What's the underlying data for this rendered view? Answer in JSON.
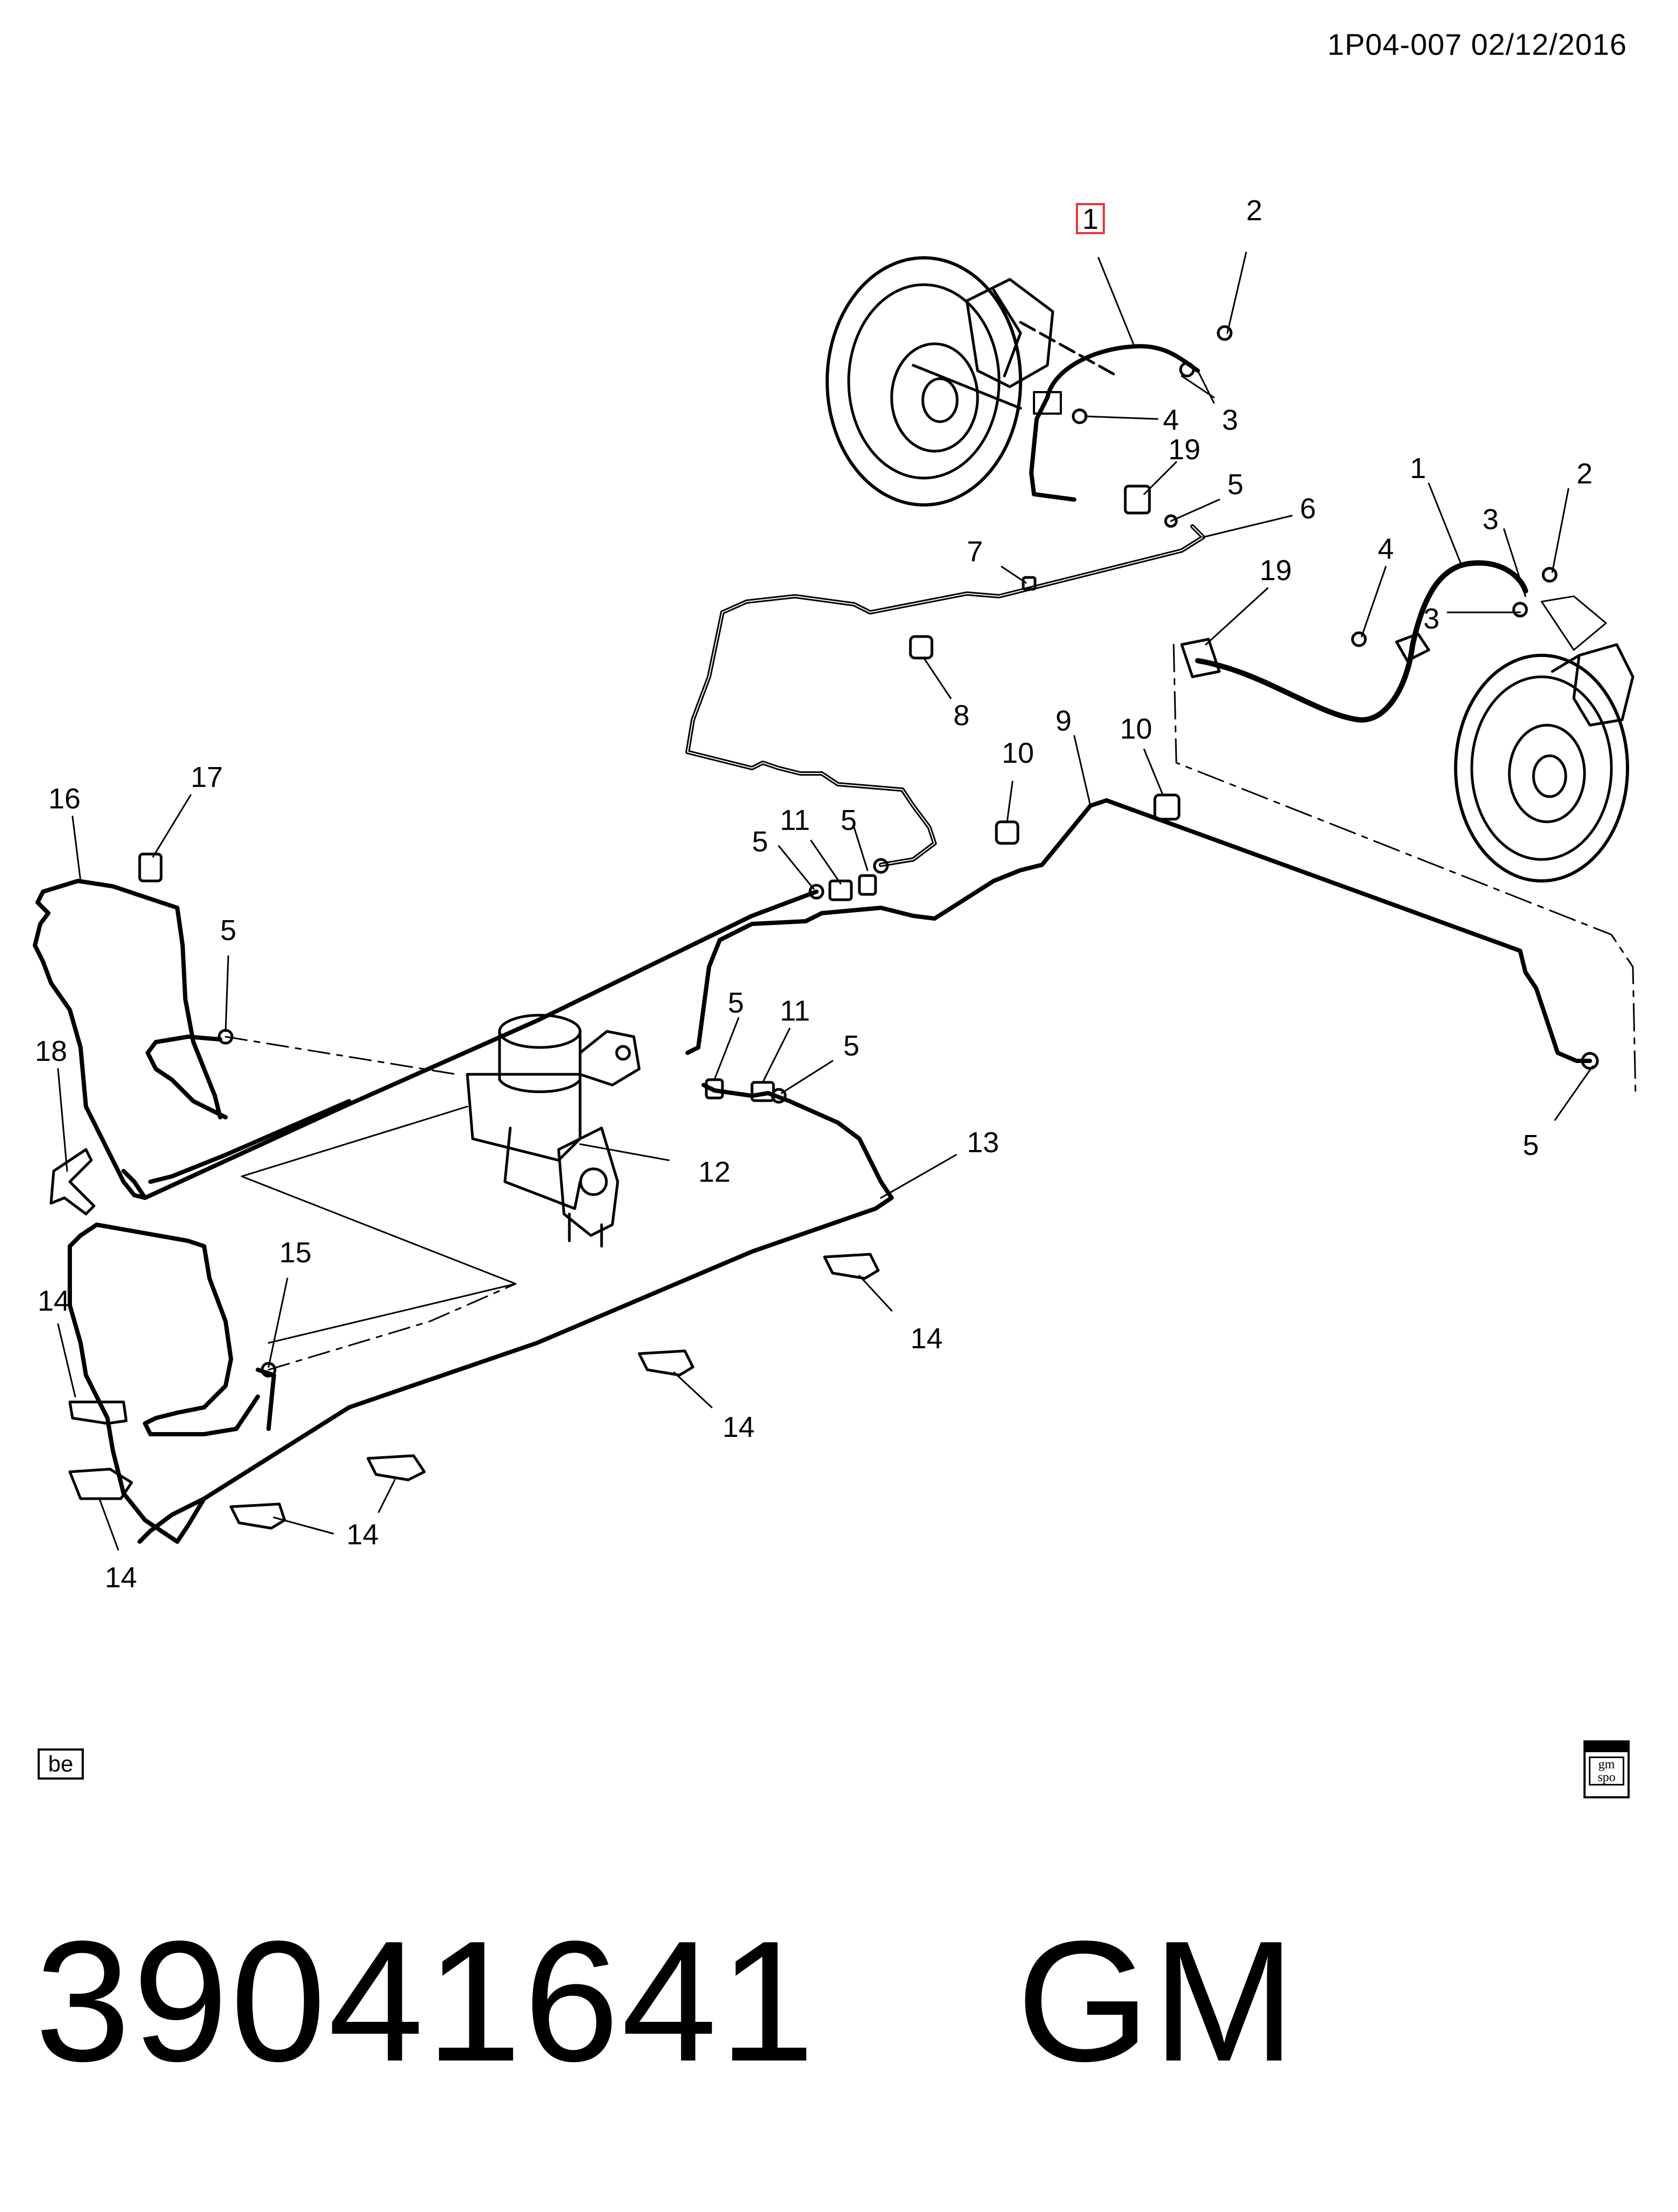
{
  "header": {
    "reference": "1P04-007  02/12/2016"
  },
  "callouts": [
    {
      "label": "1"
    },
    {
      "label": "2"
    },
    {
      "label": "3"
    },
    {
      "label": "4"
    },
    {
      "label": "19"
    },
    {
      "label": "5"
    },
    {
      "label": "6"
    },
    {
      "label": "7"
    },
    {
      "label": "1"
    },
    {
      "label": "2"
    },
    {
      "label": "3"
    },
    {
      "label": "3"
    },
    {
      "label": "4"
    },
    {
      "label": "19"
    },
    {
      "label": "8"
    },
    {
      "label": "10"
    },
    {
      "label": "9"
    },
    {
      "label": "10"
    },
    {
      "label": "16"
    },
    {
      "label": "17"
    },
    {
      "label": "11"
    },
    {
      "label": "5"
    },
    {
      "label": "5"
    },
    {
      "label": "5"
    },
    {
      "label": "18"
    },
    {
      "label": "5"
    },
    {
      "label": "11"
    },
    {
      "label": "5"
    },
    {
      "label": "12"
    },
    {
      "label": "13"
    },
    {
      "label": "5"
    },
    {
      "label": "15"
    },
    {
      "label": "14"
    },
    {
      "label": "14"
    },
    {
      "label": "14"
    },
    {
      "label": "14"
    },
    {
      "label": "14"
    }
  ],
  "footer": {
    "box_label": "be",
    "logo_text": "gm spo",
    "part_number": "39041641    GM"
  },
  "colors": {
    "highlight": "#e53935",
    "line": "#000000"
  }
}
